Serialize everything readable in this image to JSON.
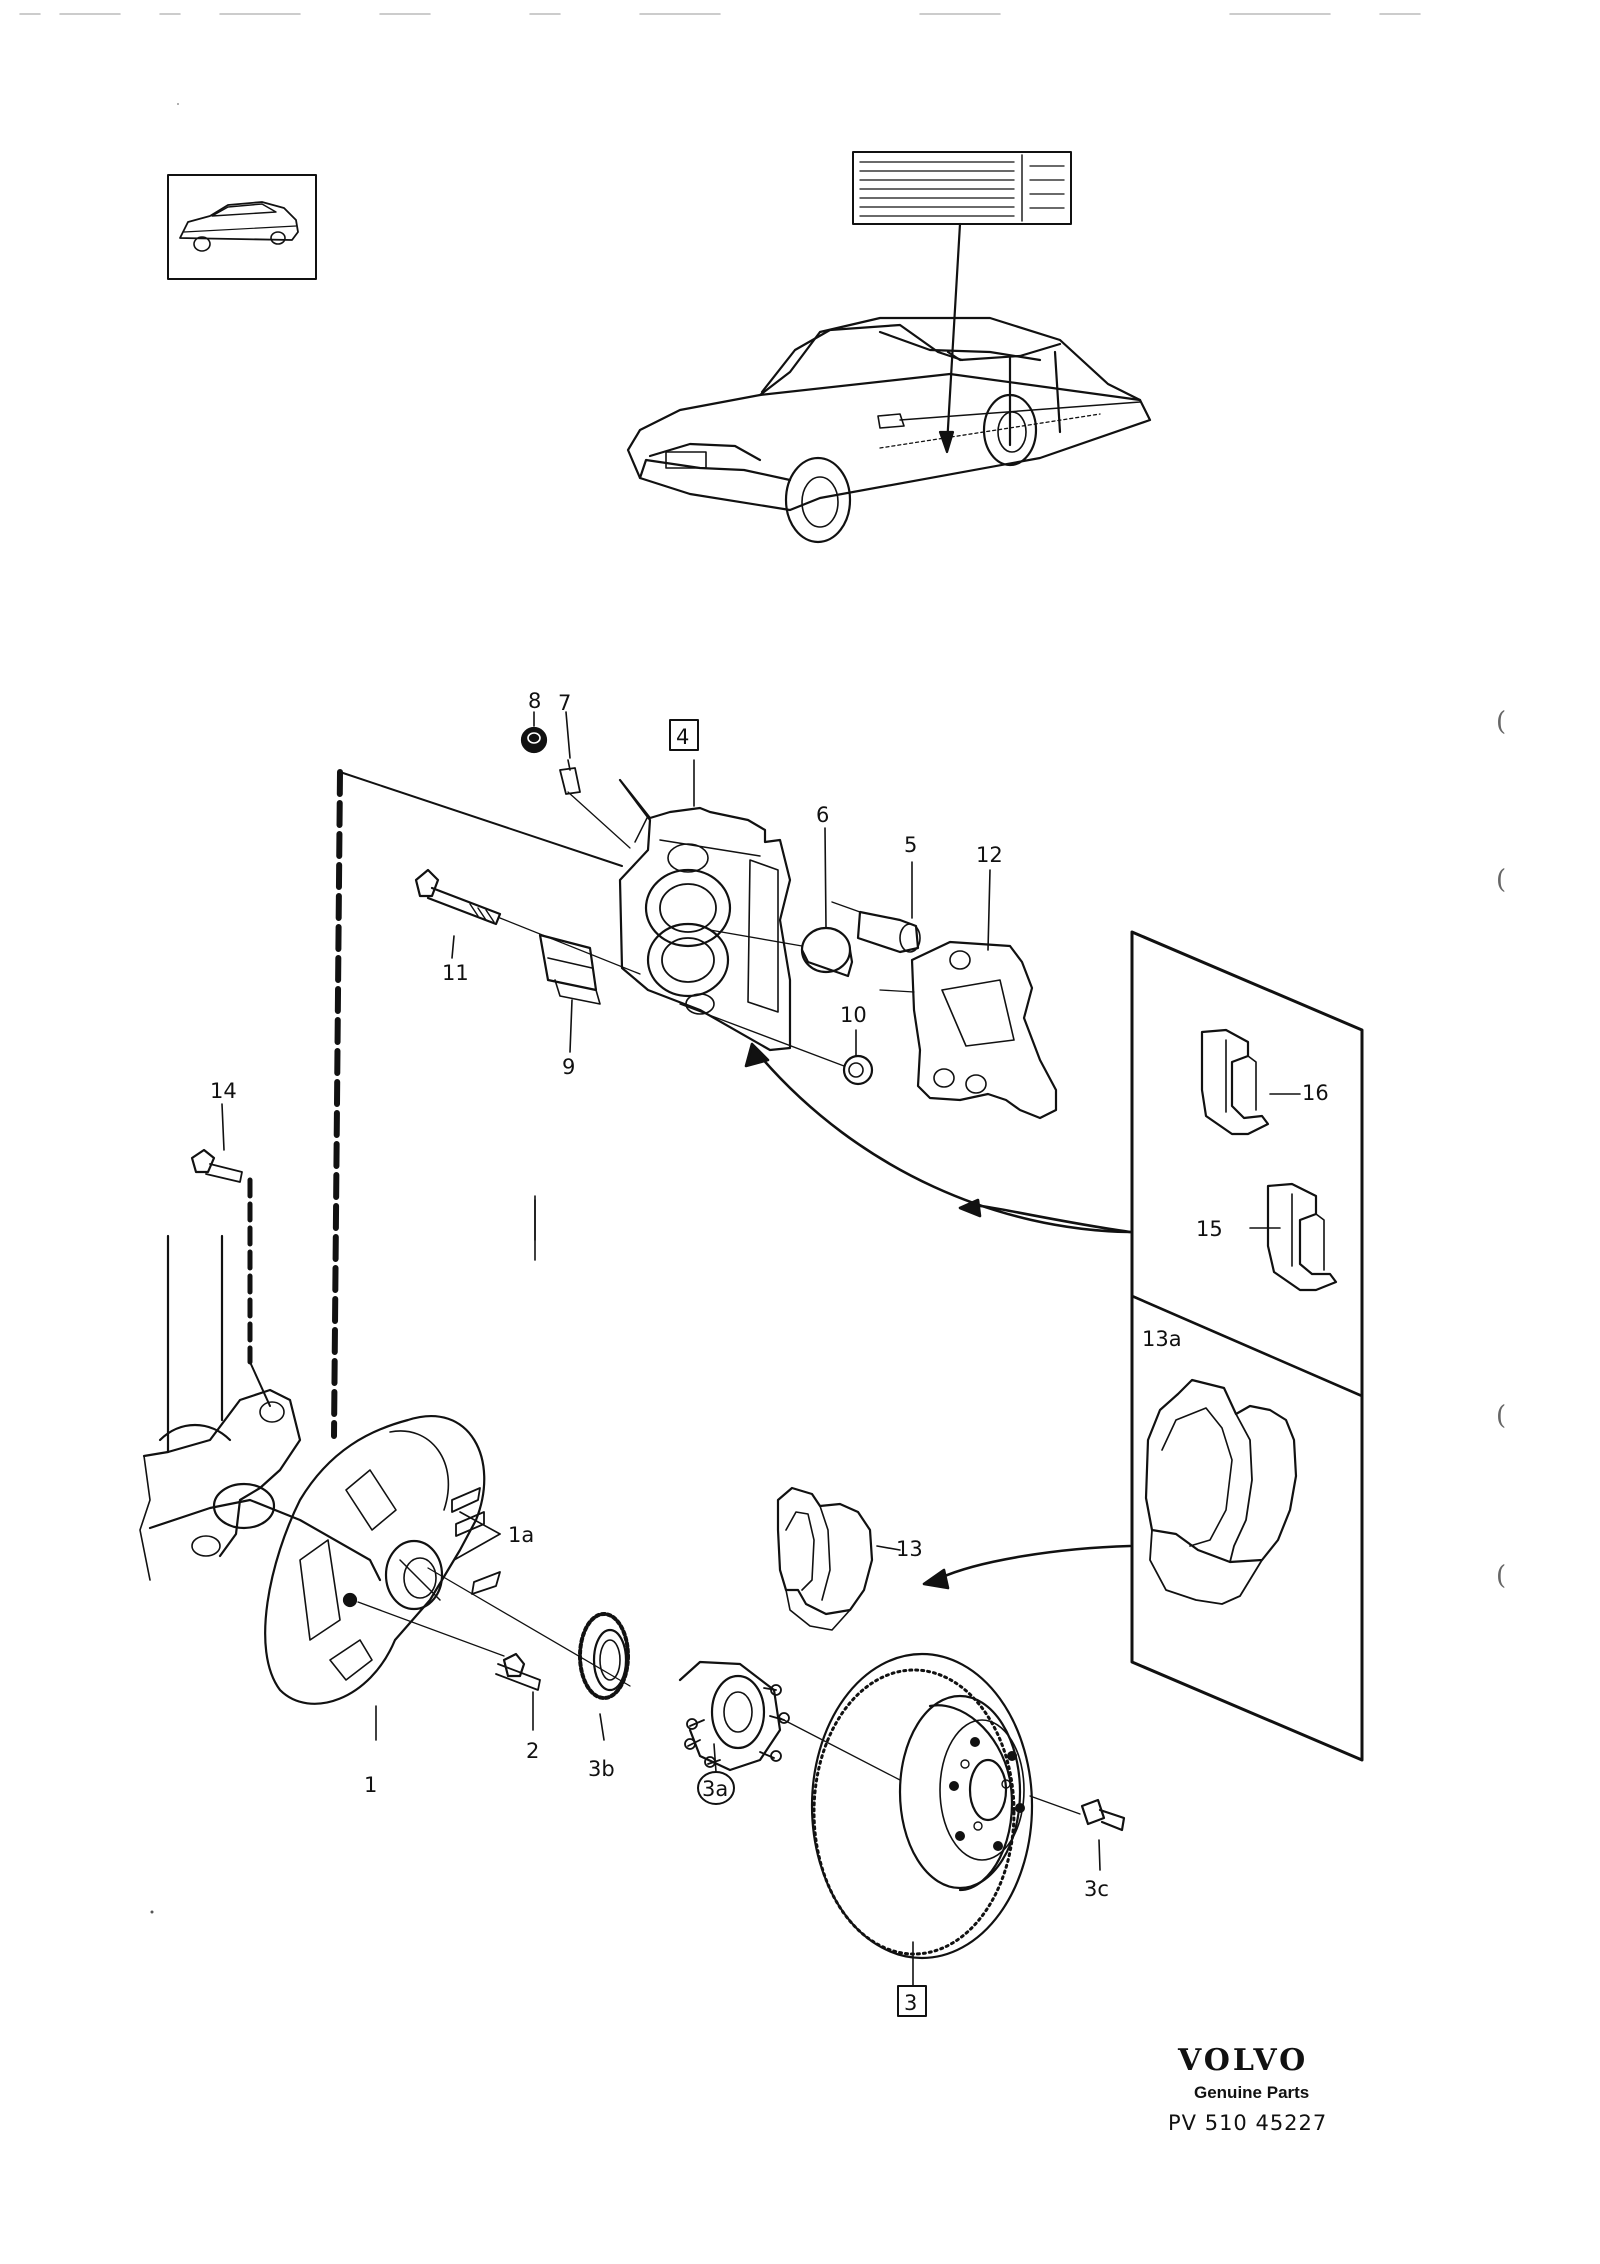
{
  "parts": {
    "p1": "1",
    "p1a": "1a",
    "p2": "2",
    "p3": "3",
    "p3a": "3a",
    "p3b": "3b",
    "p3c": "3c",
    "p4": "4",
    "p5": "5",
    "p6": "6",
    "p7": "7",
    "p8": "8",
    "p9": "9",
    "p10": "10",
    "p11": "11",
    "p12": "12",
    "p13": "13",
    "p13a": "13a",
    "p14": "14",
    "p15": "15",
    "p16": "16"
  },
  "brand": {
    "name": "VOLVO",
    "subtitle": "Genuine Parts",
    "code": "PV 510 45227"
  },
  "margin_marks": [
    "(",
    "(",
    "(",
    "("
  ]
}
